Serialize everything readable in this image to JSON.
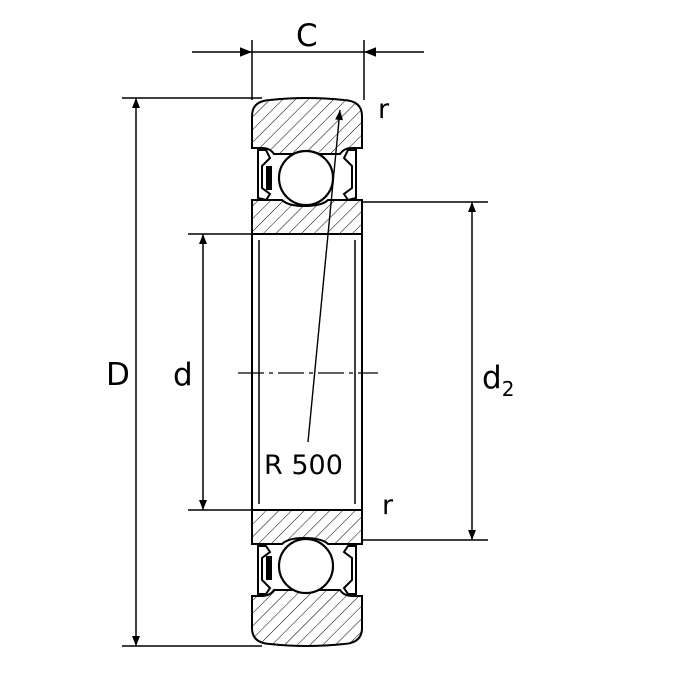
{
  "labels": {
    "width": "C",
    "outer_diameter": "D",
    "bore_diameter": "d",
    "inner_ring_diameter_base": "d",
    "inner_ring_diameter_sub": "2",
    "radius_top": "r",
    "radius_bottom": "r",
    "crown_radius": "R 500"
  },
  "colors": {
    "line": "#000000",
    "background": "#ffffff"
  }
}
